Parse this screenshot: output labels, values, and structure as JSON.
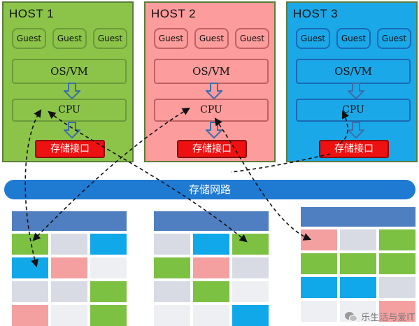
{
  "colors": {
    "host1": "#8cc44a",
    "host2": "#fc9c9c",
    "host3": "#1ba8e8",
    "host1_border": "#6a9a3a",
    "host2_border": "#c06060",
    "host3_border": "#1a6ab4",
    "red_port": "#ee1111",
    "network": "#1f7ad2",
    "array_header": "#4f7fc0",
    "green": "#7cc142",
    "blue": "#10a8e8",
    "pink": "#f4a0a0",
    "lightgray": "#d8dbe4",
    "white": "#eeeff3"
  },
  "hosts": [
    {
      "title": "HOST 1",
      "guests": [
        "Guest",
        "Guest",
        "Guest"
      ],
      "os": "OS/VM",
      "cpu": "CPU",
      "port": "存储接口"
    },
    {
      "title": "HOST 2",
      "guests": [
        "Guest",
        "Guest",
        "Guest"
      ],
      "os": "OS/VM",
      "cpu": "CPU",
      "port": "存储接口"
    },
    {
      "title": "HOST 3",
      "guests": [
        "Guest",
        "Guest",
        "Guest"
      ],
      "os": "OS/VM",
      "cpu": "CPU",
      "port": "存储接口"
    }
  ],
  "network": {
    "label": "存储网路"
  },
  "arrays": [
    {
      "cells": [
        "green",
        "lightgray",
        "blue",
        "blue",
        "pink",
        "white",
        "lightgray",
        "lightgray",
        "green",
        "pink",
        "white",
        "green"
      ]
    },
    {
      "cells": [
        "lightgray",
        "blue",
        "green",
        "green",
        "pink",
        "lightgray",
        "lightgray",
        "green",
        "white",
        "white",
        "white",
        "blue"
      ]
    },
    {
      "cells": [
        "pink",
        "lightgray",
        "green",
        "green",
        "green",
        "green",
        "blue",
        "blue",
        "lightgray",
        "white",
        "white",
        "pink"
      ]
    }
  ],
  "watermark": {
    "text": "乐生活与爱IT",
    "icon": "wechat-icon"
  }
}
